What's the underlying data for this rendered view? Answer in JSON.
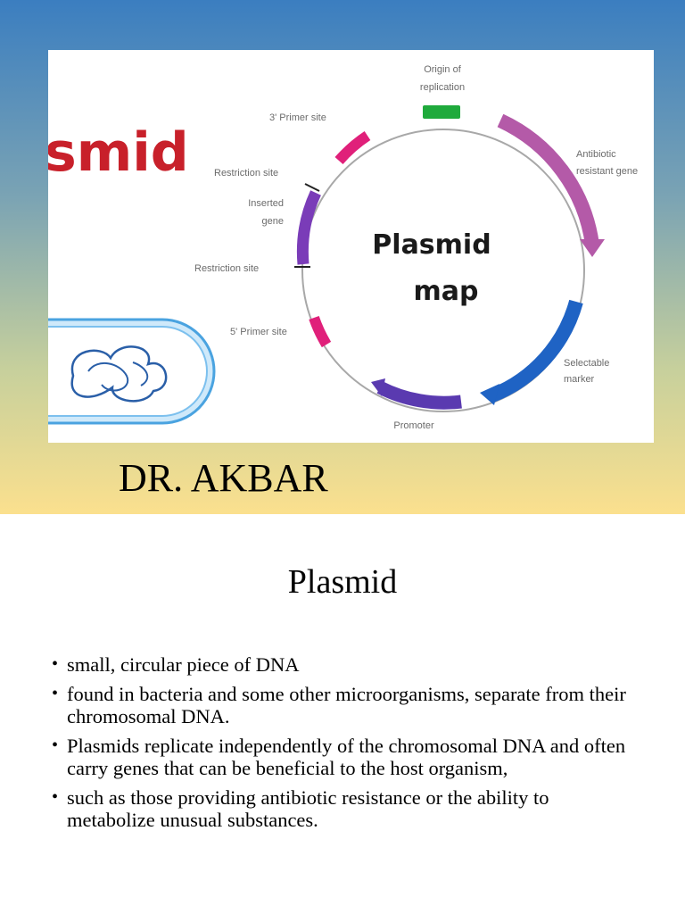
{
  "slide": {
    "image_text": {
      "smid_fragment": "smid",
      "map_title_line1": "Plasmid",
      "map_title_line2": "map",
      "origin_line1": "Origin of",
      "origin_line2": "replication",
      "antibiotic_line1": "Antibiotic",
      "antibiotic_line2": "resistant gene",
      "selectable_line1": "Selectable",
      "selectable_line2": "marker",
      "promoter": "Promoter",
      "primer_top": "3' Primer site",
      "primer_bottom": "5' Primer site",
      "restriction_top": "Restriction site",
      "restriction_bottom": "Restriction site",
      "inserted_line1": "Inserted",
      "inserted_line2": "gene"
    },
    "author": "DR. AKBAR"
  },
  "notes": {
    "title": "Plasmid",
    "bullets": [
      "small, circular piece of DNA",
      "found in bacteria and some other microorganisms, separate from their chromosomal DNA.",
      "Plasmids replicate independently of the chromosomal DNA and often carry genes that can be beneficial to the host organism,",
      "such as those providing antibiotic resistance or the ability to metabolize unusual substances."
    ]
  },
  "colors": {
    "gradient_top": "#3b7ec0",
    "gradient_bottom": "#fbe08e",
    "origin": "#1faa3c",
    "antibiotic": "#b45aa8",
    "selectable": "#1f63c4",
    "promoter": "#5a3ab0",
    "primer": "#e0207a",
    "inserted": "#7a3cb8"
  }
}
